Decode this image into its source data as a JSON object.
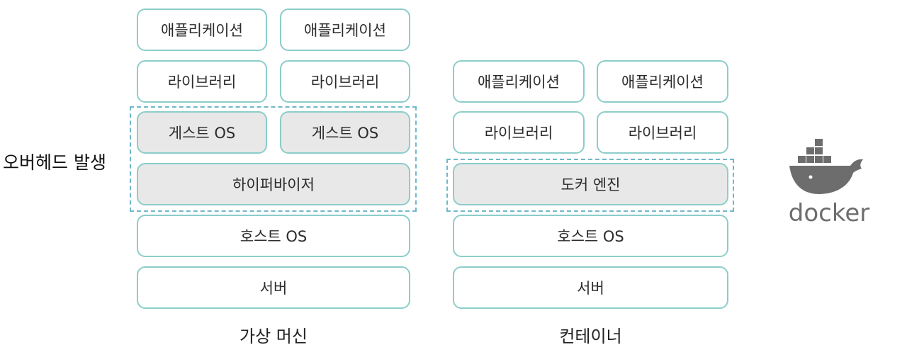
{
  "vm": {
    "caption": "가상 머신",
    "app1": "애플리케이션",
    "app2": "애플리케이션",
    "lib1": "라이브러리",
    "lib2": "라이브러리",
    "guest_os1": "게스트 OS",
    "guest_os2": "게스트 OS",
    "hypervisor": "하이퍼바이저",
    "host_os": "호스트 OS",
    "server": "서버"
  },
  "container": {
    "caption": "컨테이너",
    "app1": "애플리케이션",
    "app2": "애플리케이션",
    "lib1": "라이브러리",
    "lib2": "라이브러리",
    "engine": "도커 엔진",
    "host_os": "호스트 OS",
    "server": "서버"
  },
  "overhead_label": "오버헤드 발생",
  "logo": {
    "text": "docker",
    "icon": "docker-whale-icon",
    "color": "#6d6d6d"
  },
  "colors": {
    "box_border": "#8ccdc9",
    "box_fill_gray": "#e8e8e8",
    "dashed_border": "#6fb8c9"
  }
}
